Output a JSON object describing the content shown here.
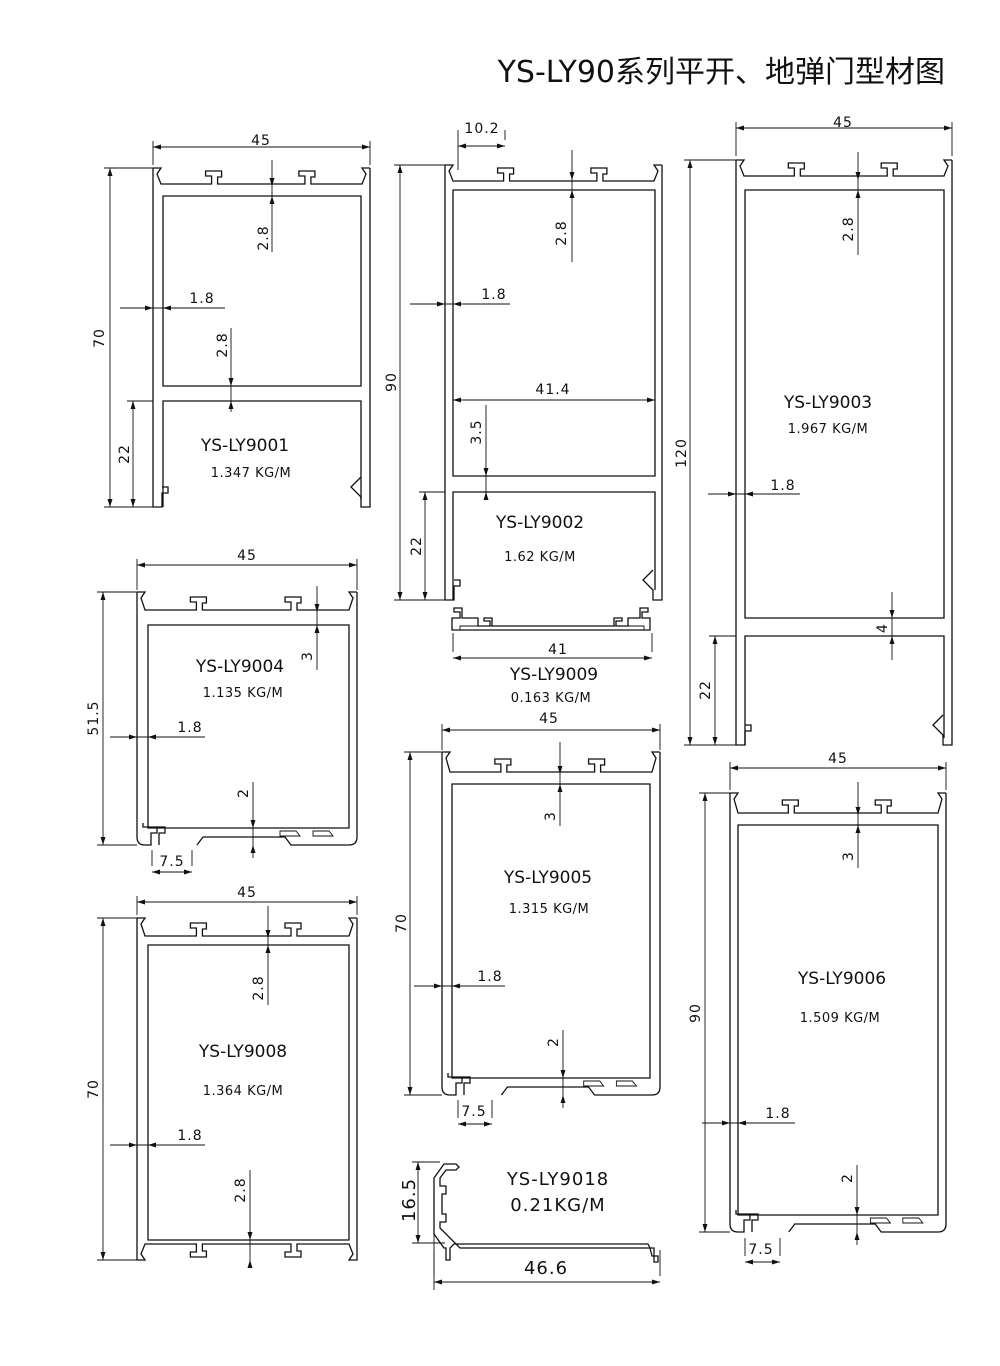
{
  "title": "YS-LY90系列平开、地弹门型材图",
  "profiles": {
    "p9001": {
      "name": "YS-LY9001",
      "weight": "1.347 KG/M",
      "width": "45",
      "height": "70",
      "lower": "22",
      "wall_top": "2.8",
      "wall_side": "1.8",
      "wall_mid": "2.8"
    },
    "p9002": {
      "name": "YS-LY9002",
      "weight": "1.62 KG/M",
      "offset": "10.2",
      "height": "90",
      "lower": "22",
      "wall_top": "2.8",
      "wall_side": "1.8",
      "inner_width": "41.4",
      "wall_mid": "3.5"
    },
    "p9009": {
      "name": "YS-LY9009",
      "weight": "0.163 KG/M",
      "width": "41"
    },
    "p9003": {
      "name": "YS-LY9003",
      "weight": "1.967 KG/M",
      "width": "45",
      "height": "120",
      "lower": "22",
      "wall_top": "2.8",
      "wall_side": "1.8",
      "wall_mid": "4"
    },
    "p9004": {
      "name": "YS-LY9004",
      "weight": "1.135 KG/M",
      "width": "45",
      "height": "51.5",
      "wall_top": "3",
      "wall_side": "1.8",
      "wall_bottom": "2",
      "slot": "7.5"
    },
    "p9008": {
      "name": "YS-LY9008",
      "weight": "1.364 KG/M",
      "width": "45",
      "height": "70",
      "wall_top": "2.8",
      "wall_side": "1.8",
      "wall_bottom": "2.8"
    },
    "p9005": {
      "name": "YS-LY9005",
      "weight": "1.315 KG/M",
      "width": "45",
      "height": "70",
      "wall_top": "3",
      "wall_side": "1.8",
      "wall_bottom": "2",
      "slot": "7.5"
    },
    "p9006": {
      "name": "YS-LY9006",
      "weight": "1.509 KG/M",
      "width": "45",
      "height": "90",
      "wall_top": "3",
      "wall_side": "1.8",
      "wall_bottom": "2",
      "slot": "7.5"
    },
    "p9018": {
      "name": "YS-LY9018",
      "weight": "0.21KG/M",
      "height": "16.5",
      "width": "46.6"
    }
  }
}
